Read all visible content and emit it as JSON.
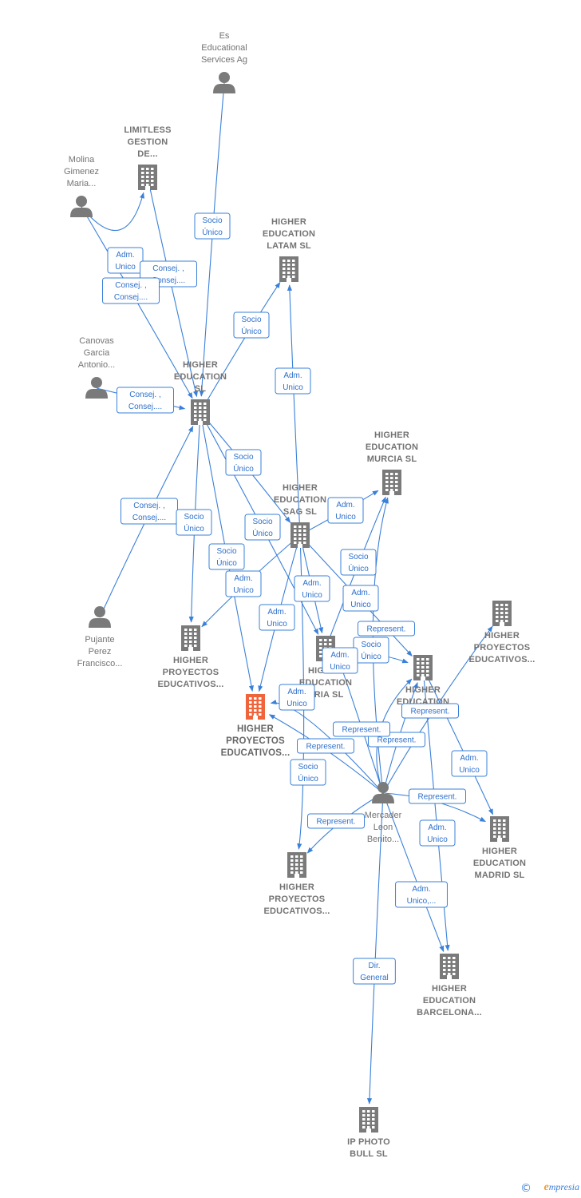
{
  "colors": {
    "edge": "#3a80d9",
    "node": "#7a7a7a",
    "main_node": "#f0643c",
    "footer": "#3a80d9"
  },
  "nodes": [
    {
      "id": "es_educational",
      "kind": "person",
      "icon": "person-icon",
      "lines": [
        "Es",
        "Educational",
        "Services Ag"
      ],
      "label_pos": "above"
    },
    {
      "id": "limitless",
      "kind": "company",
      "icon": "building-icon",
      "lines": [
        "LIMITLESS",
        "GESTION",
        "DE..."
      ],
      "label_pos": "above"
    },
    {
      "id": "molina",
      "kind": "person",
      "icon": "person-icon",
      "lines": [
        "Molina",
        "Gimenez",
        "Maria..."
      ],
      "label_pos": "above"
    },
    {
      "id": "he_latam",
      "kind": "company",
      "icon": "building-icon",
      "lines": [
        "HIGHER",
        "EDUCATION",
        "LATAM SL"
      ],
      "label_pos": "above"
    },
    {
      "id": "canovas",
      "kind": "person",
      "icon": "person-icon",
      "lines": [
        "Canovas",
        "Garcia",
        "Antonio..."
      ],
      "label_pos": "above"
    },
    {
      "id": "he_sl",
      "kind": "company",
      "icon": "building-icon",
      "lines": [
        "HIGHER",
        "EDUCATION",
        "SL"
      ],
      "label_pos": "above"
    },
    {
      "id": "he_murcia",
      "kind": "company",
      "icon": "building-icon",
      "lines": [
        "HIGHER",
        "EDUCATION",
        "MURCIA SL"
      ],
      "label_pos": "above"
    },
    {
      "id": "he_sag",
      "kind": "company",
      "icon": "building-icon",
      "lines": [
        "HIGHER",
        "EDUCATION",
        "SAG SL"
      ],
      "label_pos": "above"
    },
    {
      "id": "pujante",
      "kind": "person",
      "icon": "person-icon",
      "lines": [
        "Pujante",
        "Perez",
        "Francisco..."
      ],
      "label_pos": "below"
    },
    {
      "id": "hpe_left",
      "kind": "company",
      "icon": "building-icon",
      "lines": [
        "HIGHER",
        "PROYECTOS",
        "EDUCATIVOS..."
      ],
      "label_pos": "below"
    },
    {
      "id": "hpe_main",
      "kind": "main",
      "icon": "building-icon",
      "lines": [
        "HIGHER",
        "PROYECTOS",
        "EDUCATIVOS..."
      ],
      "label_pos": "below"
    },
    {
      "id": "he_aria",
      "kind": "company",
      "icon": "building-icon",
      "lines": [
        "HIGHER",
        "EDUCATION",
        "ARIA SL"
      ],
      "label_pos": "below"
    },
    {
      "id": "he_fo",
      "kind": "company",
      "icon": "building-icon",
      "lines": [
        "HIGHER",
        "EDUCATION",
        "FO..."
      ],
      "label_pos": "below"
    },
    {
      "id": "hpe_right",
      "kind": "company",
      "icon": "building-icon",
      "lines": [
        "HIGHER",
        "PROYECTOS",
        "EDUCATIVOS..."
      ],
      "label_pos": "below"
    },
    {
      "id": "mercader",
      "kind": "person",
      "icon": "person-icon",
      "lines": [
        "Mercader",
        "Leon",
        "Benito..."
      ],
      "label_pos": "below"
    },
    {
      "id": "he_madrid",
      "kind": "company",
      "icon": "building-icon",
      "lines": [
        "HIGHER",
        "EDUCATION",
        "MADRID SL"
      ],
      "label_pos": "below"
    },
    {
      "id": "hpe_bottom",
      "kind": "company",
      "icon": "building-icon",
      "lines": [
        "HIGHER",
        "PROYECTOS",
        "EDUCATIVOS..."
      ],
      "label_pos": "below"
    },
    {
      "id": "he_barcelona",
      "kind": "company",
      "icon": "building-icon",
      "lines": [
        "HIGHER",
        "EDUCATION",
        "BARCELONA..."
      ],
      "label_pos": "below"
    },
    {
      "id": "ip_photo",
      "kind": "company",
      "icon": "building-icon",
      "lines": [
        "IP PHOTO",
        "BULL SL"
      ],
      "label_pos": "below"
    }
  ],
  "edges": [
    {
      "from": "es_educational",
      "to": "he_sl",
      "label": [
        "Socio",
        "Único"
      ]
    },
    {
      "from": "molina",
      "to": "limitless",
      "label": [
        "Adm.",
        "Unico"
      ]
    },
    {
      "from": "limitless",
      "to": "he_sl",
      "label": [
        "Consej. ,",
        "Consej...."
      ]
    },
    {
      "from": "molina",
      "to": "he_sl",
      "label": [
        "Consej. ,",
        "Consej...."
      ]
    },
    {
      "from": "canovas",
      "to": "he_sl",
      "label": [
        "Consej. ,",
        "Consej...."
      ]
    },
    {
      "from": "he_sl",
      "to": "he_latam",
      "label": [
        "Socio",
        "Único"
      ]
    },
    {
      "from": "he_sag",
      "to": "he_latam",
      "label": [
        "Adm.",
        "Unico"
      ]
    },
    {
      "from": "he_sl",
      "to": "he_sag",
      "label": [
        "Socio",
        "Único"
      ]
    },
    {
      "from": "pujante",
      "to": "he_sl",
      "label": [
        "Consej. ,",
        "Consej...."
      ]
    },
    {
      "from": "he_sl",
      "to": "hpe_left",
      "label": [
        "Socio",
        "Único"
      ]
    },
    {
      "from": "he_sl",
      "to": "he_aria",
      "label": [
        "Socio",
        "Único"
      ]
    },
    {
      "from": "he_sl",
      "to": "hpe_main",
      "label": [
        "Socio",
        "Único"
      ]
    },
    {
      "from": "he_sag",
      "to": "hpe_left",
      "label": [
        "Adm.",
        "Unico"
      ]
    },
    {
      "from": "he_sag",
      "to": "hpe_main",
      "label": [
        "Adm.",
        "Unico"
      ]
    },
    {
      "from": "he_sag",
      "to": "he_murcia",
      "label": [
        "Adm.",
        "Unico"
      ]
    },
    {
      "from": "he_aria",
      "to": "he_murcia",
      "label": [
        "Socio",
        "Único"
      ]
    },
    {
      "from": "he_sag",
      "to": "he_aria",
      "label": [
        "Adm.",
        "Unico"
      ]
    },
    {
      "from": "mercader",
      "to": "he_murcia",
      "label": [
        "Adm.",
        "Unico"
      ]
    },
    {
      "from": "he_sag",
      "to": "he_fo",
      "label": [
        "Represent."
      ]
    },
    {
      "from": "he_aria",
      "to": "he_fo",
      "label": [
        "Socio",
        "Único"
      ]
    },
    {
      "from": "mercader",
      "to": "he_aria",
      "label": [
        "Adm.",
        "Unico"
      ]
    },
    {
      "from": "mercader",
      "to": "hpe_main",
      "label": [
        "Adm.",
        "Unico"
      ]
    },
    {
      "from": "mercader",
      "to": "hpe_right",
      "label": [
        "Represent."
      ]
    },
    {
      "from": "mercader",
      "to": "he_fo",
      "label": [
        "Represent."
      ]
    },
    {
      "from": "mercader",
      "to": "he_fo",
      "label": [
        "Represent."
      ]
    },
    {
      "from": "mercader",
      "to": "hpe_main",
      "label": [
        "Represent."
      ]
    },
    {
      "from": "he_sag",
      "to": "hpe_bottom",
      "label": [
        "Socio",
        "Único"
      ]
    },
    {
      "from": "he_fo",
      "to": "he_madrid",
      "label": [
        "Adm.",
        "Unico"
      ]
    },
    {
      "from": "mercader",
      "to": "he_madrid",
      "label": [
        "Represent."
      ]
    },
    {
      "from": "mercader",
      "to": "hpe_bottom",
      "label": [
        "Represent."
      ]
    },
    {
      "from": "he_fo",
      "to": "he_barcelona",
      "label": [
        "Adm.",
        "Unico"
      ]
    },
    {
      "from": "mercader",
      "to": "he_barcelona",
      "label": [
        "Adm.",
        "Unico,..."
      ]
    },
    {
      "from": "mercader",
      "to": "ip_photo",
      "label": [
        "Dir.",
        "General"
      ]
    }
  ],
  "footer": {
    "copyright": "©",
    "brand_first": "e",
    "brand_rest": "mpresia"
  }
}
